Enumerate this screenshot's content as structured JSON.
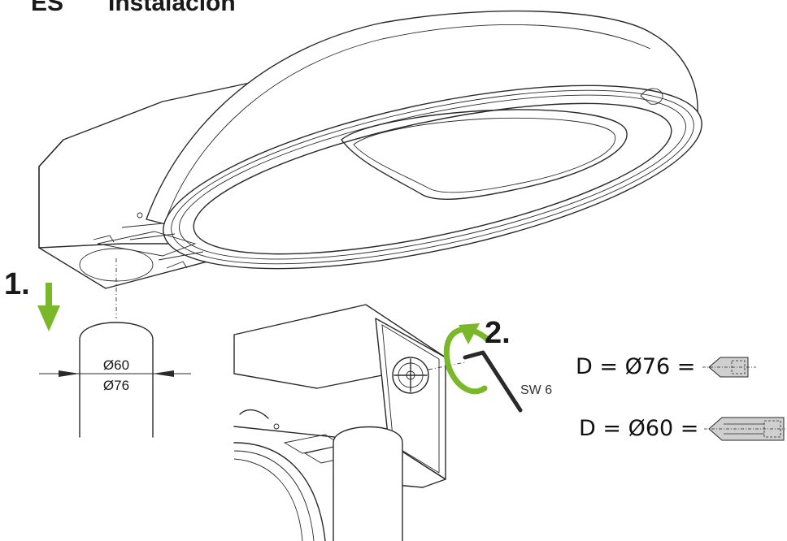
{
  "header": {
    "code": "ES",
    "title": "Instalación"
  },
  "steps": {
    "step1": "1.",
    "step2": "2."
  },
  "pole": {
    "dim_small": "Ø60",
    "dim_large": "Ø76"
  },
  "tool": {
    "label": "SW 6"
  },
  "screws": [
    {
      "label": "D  =  Ø76  ="
    },
    {
      "label": "D  =  Ø60  ="
    }
  ],
  "colors": {
    "arrow_green": "#7ab829",
    "screw_fill": "#cfcfcf",
    "line": "#2a2a2a"
  }
}
